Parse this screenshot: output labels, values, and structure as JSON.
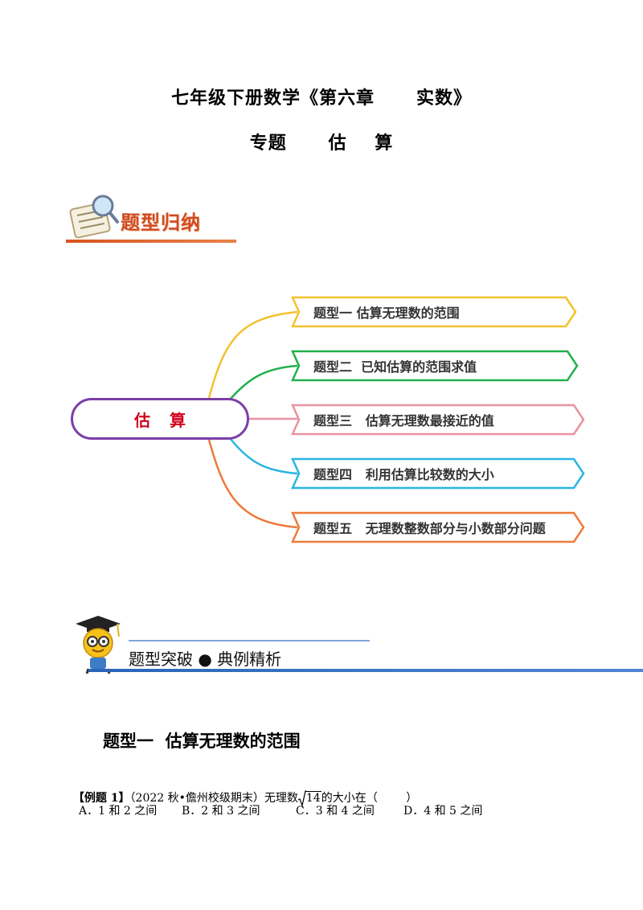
{
  "header": {
    "title": "七年级下册数学《第六章      实数》",
    "subtitle": "专题      估    算"
  },
  "section1": {
    "banner_label": "题型归纳"
  },
  "mindmap": {
    "center_label": "估算",
    "branches": [
      {
        "label": "题型一 估算无理数的范围",
        "color": "#f2c12e"
      },
      {
        "label": "题型二  已知估算的范围求值",
        "color": "#22b04b"
      },
      {
        "label": "题型三   估算无理数最接近的值",
        "color": "#e891a0"
      },
      {
        "label": "题型四   利用估算比较数的大小",
        "color": "#2bb5e3"
      },
      {
        "label": "题型五   无理数整数部分与小数部分问题",
        "color": "#ef7a3a"
      }
    ],
    "center_border_color": "#7b3ea8",
    "center_text_color": "#d0021b"
  },
  "section2": {
    "banner_label": "题型突破 ● 典例精析"
  },
  "topic": {
    "heading": "题型一  估算无理数的范围"
  },
  "example1": {
    "tag": "【例题 1】",
    "source": "（2022 秋•儋州校级期末）无理数",
    "radicand": "14",
    "tail": "的大小在（        ）",
    "options": [
      {
        "label": "A．1 和 2 之间"
      },
      {
        "label": "B．2 和 3 之间"
      },
      {
        "label": "C．3 和 4 之间"
      },
      {
        "label": "D．4 和 5 之间"
      }
    ]
  }
}
